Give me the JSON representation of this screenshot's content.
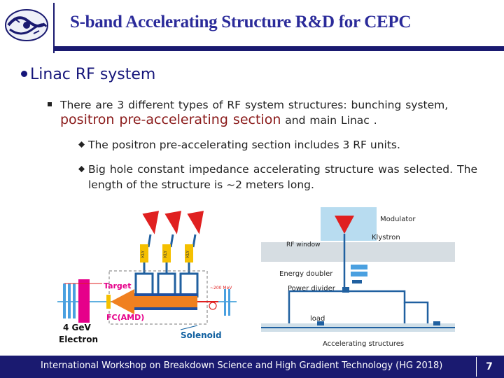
{
  "slide": {
    "title": "S-band Accelerating Structure R&D for CEPC",
    "bullet1": "Linac RF system",
    "bullet2_a": "There are 3 different types of RF system structures: bunching system,",
    "bullet2_hl": "positron pre-accelerating section",
    "bullet2_b": " and main Linac .",
    "bullet3": "The positron pre-accelerating section includes 3 RF units.",
    "bullet4": "Big hole constant impedance accelerating structure was selected. The length of the structure is ~2 meters long.",
    "footer": "International Workshop on Breakdown Science and High Gradient Technology (HG 2018)",
    "page": "7"
  },
  "figure_left": {
    "label_target": "Target",
    "label_fc": "FC(AMD)",
    "label_electron": "4 GeV Electron",
    "label_solenoid": "Solenoid",
    "label_energy": "~200 MeV",
    "klystron_tag": "KLY"
  },
  "figure_right": {
    "label_modulator": "Modulator",
    "label_klystron": "Klystron",
    "label_rfwindow": "RF window",
    "label_doubler": "Energy doubler",
    "label_divider": "Power divider",
    "label_load": "load",
    "label_structures": "Accelerating structures"
  }
}
